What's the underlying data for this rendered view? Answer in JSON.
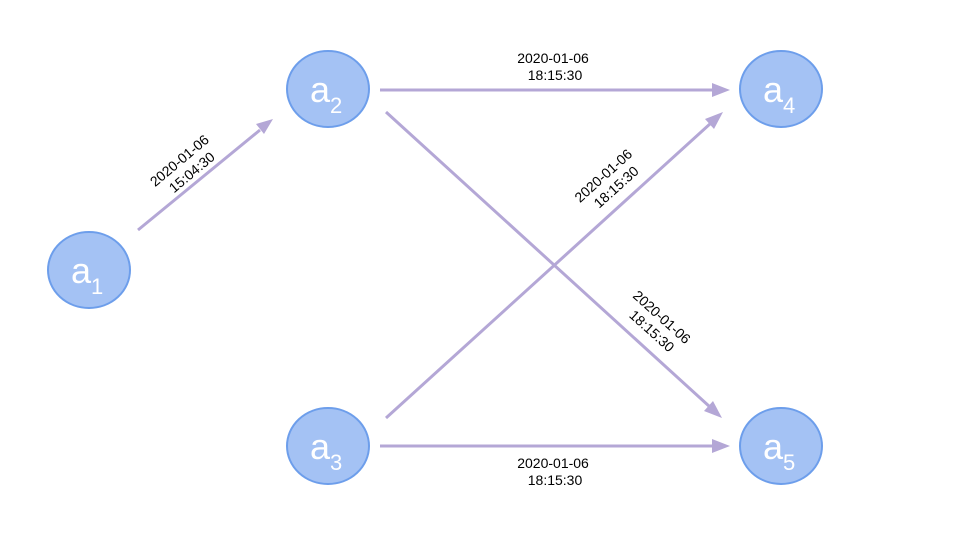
{
  "nodes": [
    {
      "id": "a1",
      "base": "a",
      "sub": "1"
    },
    {
      "id": "a2",
      "base": "a",
      "sub": "2"
    },
    {
      "id": "a3",
      "base": "a",
      "sub": "3"
    },
    {
      "id": "a4",
      "base": "a",
      "sub": "4"
    },
    {
      "id": "a5",
      "base": "a",
      "sub": "5"
    }
  ],
  "edges": [
    {
      "from": "a1",
      "to": "a2",
      "date": "2020-01-06",
      "time": "15:04:30"
    },
    {
      "from": "a2",
      "to": "a4",
      "date": "2020-01-06",
      "time": "18:15:30"
    },
    {
      "from": "a3",
      "to": "a4",
      "date": "2020-01-06",
      "time": "18:15:30"
    },
    {
      "from": "a2",
      "to": "a5",
      "date": "2020-01-06",
      "time": "18:15:30"
    },
    {
      "from": "a3",
      "to": "a5",
      "date": "2020-01-06",
      "time": "18:15:30"
    }
  ],
  "colors": {
    "node_fill": "#a4c2f4",
    "node_stroke": "#6d9eeb",
    "edge": "#b4a7d6"
  }
}
